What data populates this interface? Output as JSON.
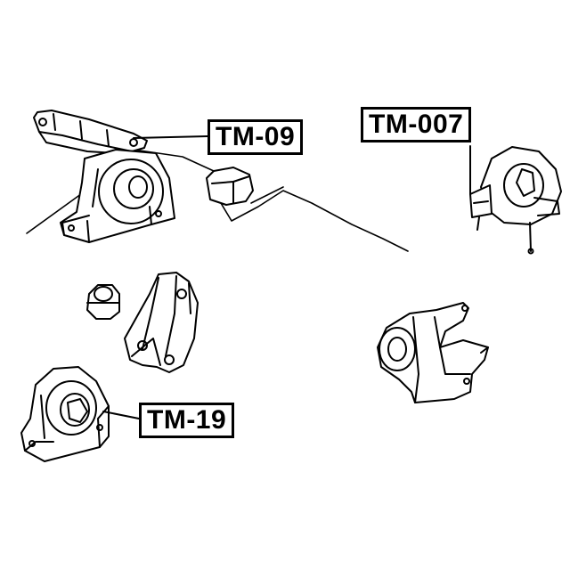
{
  "labels": {
    "tm09": "TM-09",
    "tm007": "TM-007",
    "tm19": "TM-19"
  },
  "colors": {
    "ink": "#000000",
    "paper": "#ffffff"
  }
}
